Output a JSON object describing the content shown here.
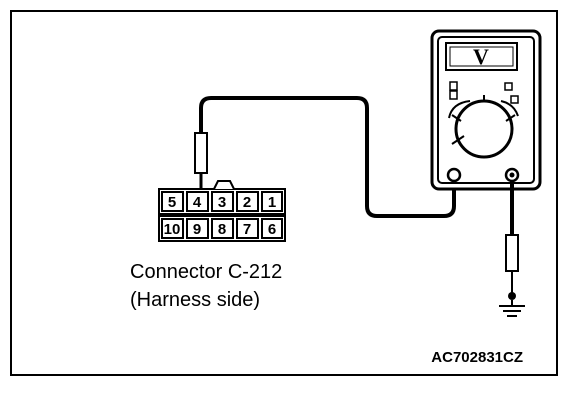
{
  "connector": {
    "caption_line1": "Connector C-212",
    "caption_line2": "(Harness side)",
    "pins_top": [
      "5",
      "4",
      "3",
      "2",
      "1"
    ],
    "pins_bottom": [
      "10",
      "9",
      "8",
      "7",
      "6"
    ]
  },
  "meter": {
    "display_symbol": "V"
  },
  "figure_code": "AC702831CZ"
}
